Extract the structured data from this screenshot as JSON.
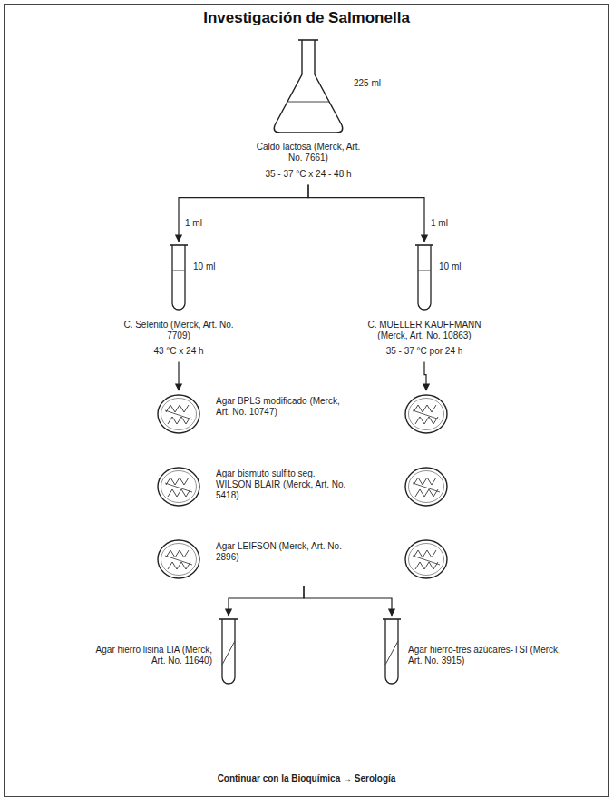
{
  "diagram": {
    "title": "Investigación de Salmonella",
    "nodes": [
      {
        "text": [
          "225 ml",
          "Caldo lactosa (Merck, Art. No. 7661)",
          "35 - 37 °C x 24 - 48 h"
        ]
      },
      {
        "text": [
          "10 ml",
          "C. Selenito (Merck, Art. No. 7709)",
          "43 °C x 24 h"
        ]
      },
      {
        "text": [
          "10 ml",
          "C. MUELLER KAUFFMANN (Merck, Art. No. 10863)",
          "35 - 37 °C por 24 h"
        ]
      },
      {
        "text": [
          "Agar BPLS modificado (Merck, Art. No. 10747)"
        ]
      },
      {
        "text": [
          "Agar bismuto sulfito seg. WILSON BLAIR (Merck, Art. No. 5418)"
        ]
      },
      {
        "text": [
          "Agar LEIFSON (Merck, Art. No. 2896)"
        ]
      },
      {
        "text": [
          "Agar hierro lisina LIA (Merck, Art. No. 11640)"
        ]
      },
      {
        "text": [
          "Agar hierro-tres azúcares-TSI (Merck, Art. No. 3915)"
        ]
      }
    ],
    "edges": [
      {
        "from": 0,
        "to": 1,
        "label": "1 ml",
        "arrow": "to"
      },
      {
        "from": 0,
        "to": 2,
        "label": "1 ml",
        "arrow": "to"
      },
      {
        "from": 1,
        "to": 3,
        "arrow": "to"
      },
      {
        "from": 2,
        "to": 3,
        "arrow": "to"
      },
      {
        "from": 5,
        "to": 6,
        "arrow": "to"
      },
      {
        "from": 5,
        "to": 7,
        "arrow": "to"
      }
    ],
    "labels": [
      "Continuar con la Bioquímica → Serología"
    ]
  }
}
